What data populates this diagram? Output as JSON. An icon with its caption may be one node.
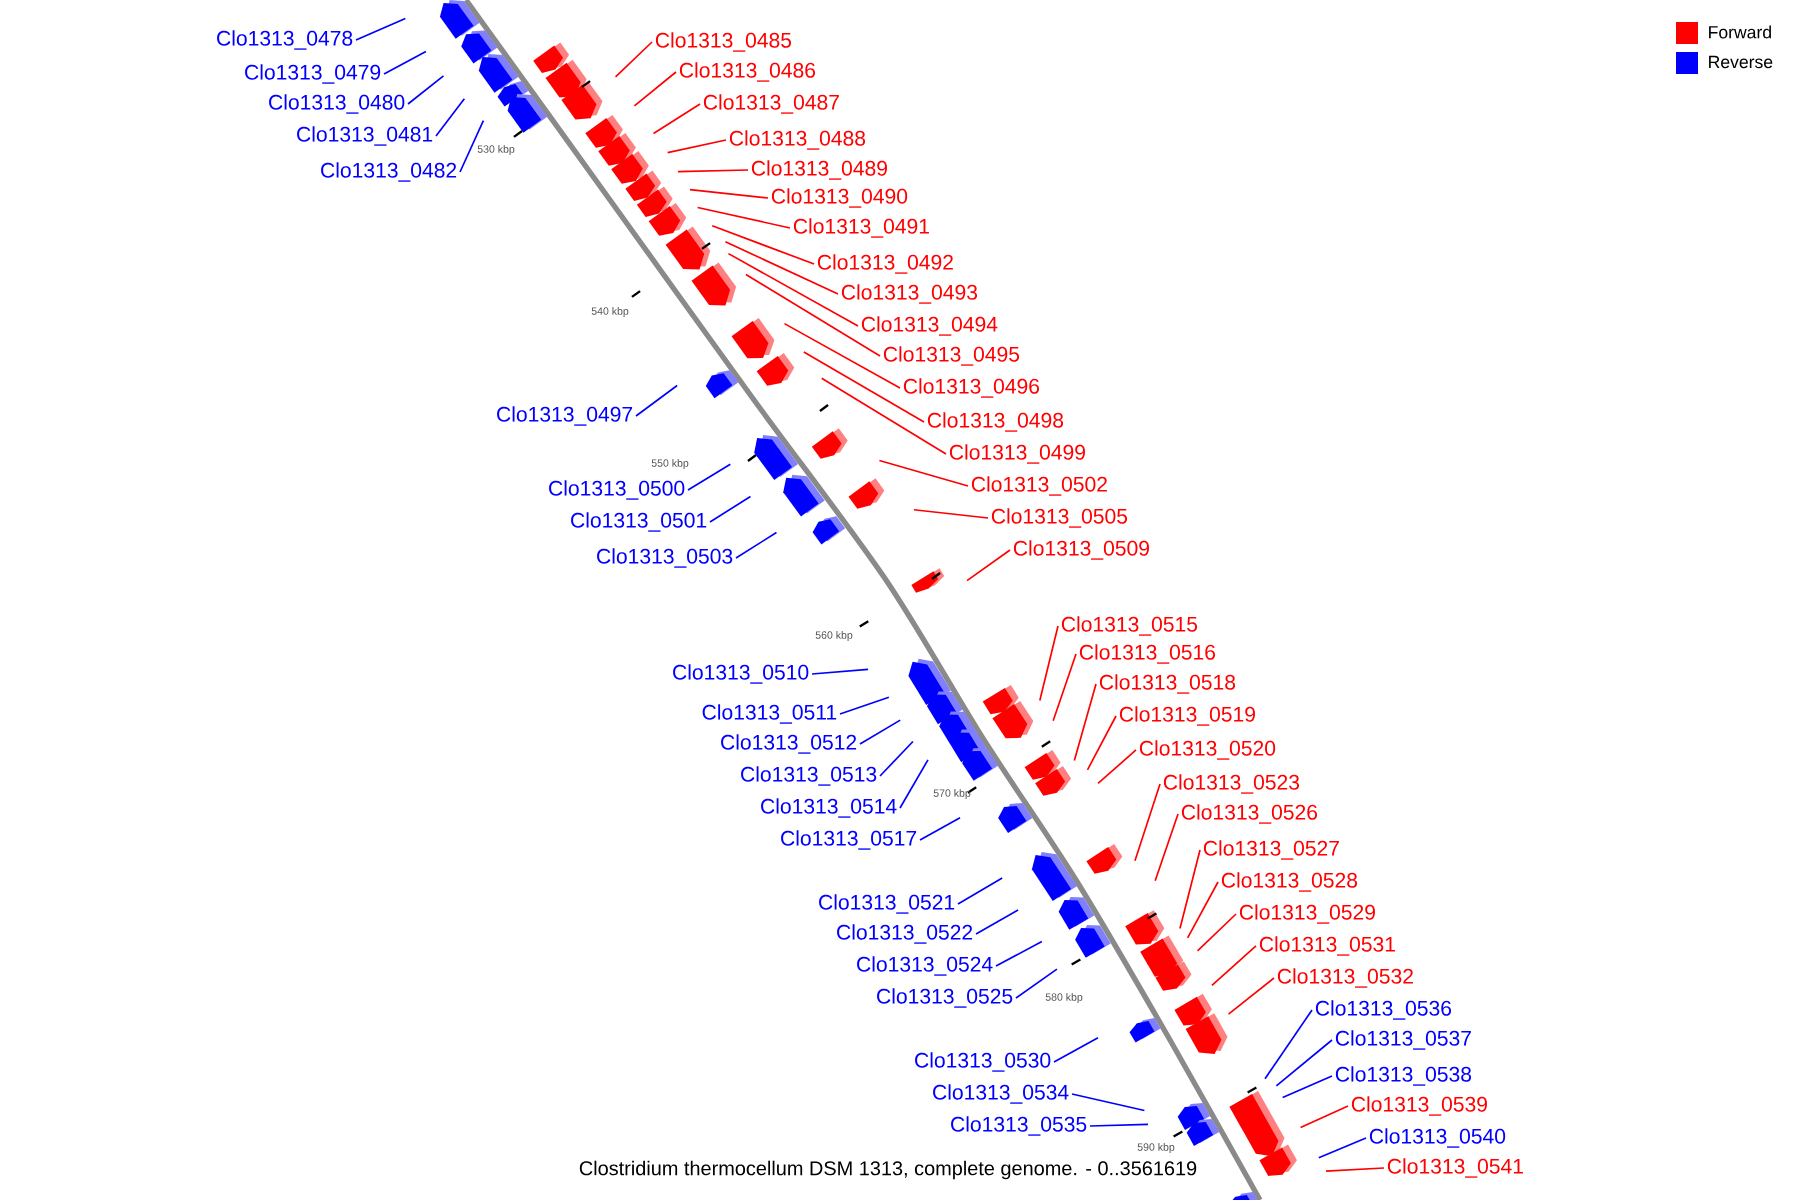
{
  "diagram": {
    "caption": "Clostridium thermocellum DSM 1313, complete genome. - 0..3561619",
    "nodes": [
      {
        "text": [
          "Clo1313_0478"
        ]
      },
      {
        "text": [
          "Clo1313_0485"
        ]
      },
      {
        "text": [
          "Clo1313_0486"
        ]
      },
      {
        "text": [
          "Clo1313_0479"
        ]
      },
      {
        "text": [
          "Clo1313_0487"
        ]
      },
      {
        "text": [
          "Clo1313_0480"
        ]
      },
      {
        "text": [
          "Clo1313_0481"
        ]
      },
      {
        "text": [
          "Clo1313_0488"
        ]
      },
      {
        "text": [
          "Clo1313_0489"
        ]
      },
      {
        "text": [
          "Clo1313_0482"
        ]
      },
      {
        "text": [
          "Clo1313_0490"
        ]
      },
      {
        "text": [
          "Clo1313_0491"
        ]
      },
      {
        "text": [
          "Clo1313_0492"
        ]
      },
      {
        "text": [
          "Clo1313_0493"
        ]
      },
      {
        "text": [
          "Clo1313_0494"
        ]
      },
      {
        "text": [
          "Clo1313_0495"
        ]
      },
      {
        "text": [
          "Clo1313_0496"
        ]
      },
      {
        "text": [
          "Clo1313_0497"
        ]
      },
      {
        "text": [
          "Clo1313_0498"
        ]
      },
      {
        "text": [
          "Clo1313_0499"
        ]
      },
      {
        "text": [
          "Clo1313_0502"
        ]
      },
      {
        "text": [
          "Clo1313_0500"
        ]
      },
      {
        "text": [
          "Clo1313_0505"
        ]
      },
      {
        "text": [
          "Clo1313_0501"
        ]
      },
      {
        "text": [
          "Clo1313_0509"
        ]
      },
      {
        "text": [
          "Clo1313_0503"
        ]
      },
      {
        "text": [
          "Clo1313_0515"
        ]
      },
      {
        "text": [
          "Clo1313_0516"
        ]
      },
      {
        "text": [
          "Clo1313_0510"
        ]
      },
      {
        "text": [
          "Clo1313_0518"
        ]
      },
      {
        "text": [
          "Clo1313_0511"
        ]
      },
      {
        "text": [
          "Clo1313_0519"
        ]
      },
      {
        "text": [
          "Clo1313_0512"
        ]
      },
      {
        "text": [
          "Clo1313_0520"
        ]
      },
      {
        "text": [
          "Clo1313_0513"
        ]
      },
      {
        "text": [
          "Clo1313_0523"
        ]
      },
      {
        "text": [
          "Clo1313_0514"
        ]
      },
      {
        "text": [
          "Clo1313_0526"
        ]
      },
      {
        "text": [
          "Clo1313_0517"
        ]
      },
      {
        "text": [
          "Clo1313_0527"
        ]
      },
      {
        "text": [
          "Clo1313_0528"
        ]
      },
      {
        "text": [
          "Clo1313_0521"
        ]
      },
      {
        "text": [
          "Clo1313_0529"
        ]
      },
      {
        "text": [
          "Clo1313_0522"
        ]
      },
      {
        "text": [
          "Clo1313_0531"
        ]
      },
      {
        "text": [
          "Clo1313_0524"
        ]
      },
      {
        "text": [
          "Clo1313_0532"
        ]
      },
      {
        "text": [
          "Clo1313_0525"
        ]
      },
      {
        "text": [
          "Clo1313_0536"
        ]
      },
      {
        "text": [
          "Clo1313_0537"
        ]
      },
      {
        "text": [
          "Clo1313_0530"
        ]
      },
      {
        "text": [
          "Clo1313_0538"
        ]
      },
      {
        "text": [
          "Clo1313_0534"
        ]
      },
      {
        "text": [
          "Clo1313_0539"
        ]
      },
      {
        "text": [
          "Clo1313_0535"
        ]
      },
      {
        "text": [
          "Clo1313_0540"
        ]
      },
      {
        "text": [
          "Clo1313_0541"
        ]
      }
    ],
    "edges": [
      {
        "from": 0,
        "to": null,
        "arrow": "none",
        "color": "#0000ff"
      },
      {
        "from": 1,
        "to": null,
        "arrow": "none"
      },
      {
        "from": 2,
        "to": null,
        "arrow": "none"
      },
      {
        "from": 3,
        "to": null,
        "arrow": "none",
        "color": "#0000ff"
      },
      {
        "from": 4,
        "to": null,
        "arrow": "none"
      },
      {
        "from": 5,
        "to": null,
        "arrow": "none",
        "color": "#0000ff"
      },
      {
        "from": 6,
        "to": null,
        "arrow": "none",
        "color": "#0000ff"
      },
      {
        "from": 7,
        "to": null,
        "arrow": "none"
      },
      {
        "from": 8,
        "to": null,
        "arrow": "none"
      },
      {
        "from": 9,
        "to": null,
        "arrow": "none",
        "color": "#0000ff"
      },
      {
        "from": 10,
        "to": null,
        "arrow": "none"
      },
      {
        "from": 11,
        "to": null,
        "arrow": "none"
      },
      {
        "from": 12,
        "to": null,
        "arrow": "none"
      },
      {
        "from": 13,
        "to": null,
        "arrow": "none"
      },
      {
        "from": 14,
        "to": null,
        "arrow": "none"
      },
      {
        "from": 15,
        "to": null,
        "arrow": "none"
      },
      {
        "from": 16,
        "to": null,
        "arrow": "none"
      },
      {
        "from": 17,
        "to": null,
        "arrow": "none",
        "color": "#0000ff"
      },
      {
        "from": 18,
        "to": null,
        "arrow": "none"
      },
      {
        "from": 19,
        "to": null,
        "arrow": "none"
      },
      {
        "from": 20,
        "to": null,
        "arrow": "none"
      },
      {
        "from": 21,
        "to": null,
        "arrow": "none",
        "color": "#0000ff"
      },
      {
        "from": 22,
        "to": null,
        "arrow": "none"
      },
      {
        "from": 23,
        "to": null,
        "arrow": "none",
        "color": "#0000ff"
      },
      {
        "from": 24,
        "to": null,
        "arrow": "none"
      },
      {
        "from": 25,
        "to": null,
        "arrow": "none",
        "color": "#0000ff"
      },
      {
        "from": 26,
        "to": null,
        "arrow": "none"
      },
      {
        "from": 27,
        "to": null,
        "arrow": "none"
      },
      {
        "from": 28,
        "to": null,
        "arrow": "none",
        "color": "#0000ff"
      },
      {
        "from": 29,
        "to": null,
        "arrow": "none"
      },
      {
        "from": 30,
        "to": null,
        "arrow": "none",
        "color": "#0000ff"
      },
      {
        "from": 31,
        "to": null,
        "arrow": "none"
      },
      {
        "from": 32,
        "to": null,
        "arrow": "none",
        "color": "#0000ff"
      },
      {
        "from": 33,
        "to": null,
        "arrow": "none"
      },
      {
        "from": 34,
        "to": null,
        "arrow": "none",
        "color": "#0000ff"
      },
      {
        "from": 35,
        "to": null,
        "arrow": "none"
      },
      {
        "from": 36,
        "to": null,
        "arrow": "none",
        "color": "#0000ff"
      },
      {
        "from": 37,
        "to": null,
        "arrow": "none"
      },
      {
        "from": 38,
        "to": null,
        "arrow": "none",
        "color": "#0000ff"
      },
      {
        "from": 39,
        "to": null,
        "arrow": "none"
      },
      {
        "from": 40,
        "to": null,
        "arrow": "none"
      },
      {
        "from": 41,
        "to": null,
        "arrow": "none",
        "color": "#0000ff"
      },
      {
        "from": 42,
        "to": null,
        "arrow": "none"
      },
      {
        "from": 43,
        "to": null,
        "arrow": "none",
        "color": "#0000ff"
      },
      {
        "from": 44,
        "to": null,
        "arrow": "none"
      },
      {
        "from": 45,
        "to": null,
        "arrow": "none",
        "color": "#0000ff"
      },
      {
        "from": 46,
        "to": null,
        "arrow": "none"
      },
      {
        "from": 47,
        "to": null,
        "arrow": "none",
        "color": "#0000ff"
      },
      {
        "from": 48,
        "to": null,
        "arrow": "none",
        "color": "#0000ff"
      },
      {
        "from": 49,
        "to": null,
        "arrow": "none",
        "color": "#0000ff"
      },
      {
        "from": 50,
        "to": null,
        "arrow": "none",
        "color": "#0000ff"
      },
      {
        "from": 51,
        "to": null,
        "arrow": "none",
        "color": "#0000ff"
      },
      {
        "from": 52,
        "to": null,
        "arrow": "none",
        "color": "#0000ff"
      },
      {
        "from": 53,
        "to": null,
        "arrow": "none"
      },
      {
        "from": 54,
        "to": null,
        "arrow": "none",
        "color": "#0000ff"
      },
      {
        "from": 55,
        "to": null,
        "arrow": "none",
        "color": "#0000ff"
      },
      {
        "from": 56,
        "to": null,
        "arrow": "none"
      }
    ],
    "labels": [
      "530 kbp",
      "540 kbp",
      "550 kbp",
      "560 kbp",
      "570 kbp",
      "580 kbp",
      "590 kbp"
    ],
    "legend": [
      {
        "text": "Forward",
        "color": "#ff0000"
      },
      {
        "text": "Reverse",
        "color": "#0000ff"
      }
    ]
  }
}
